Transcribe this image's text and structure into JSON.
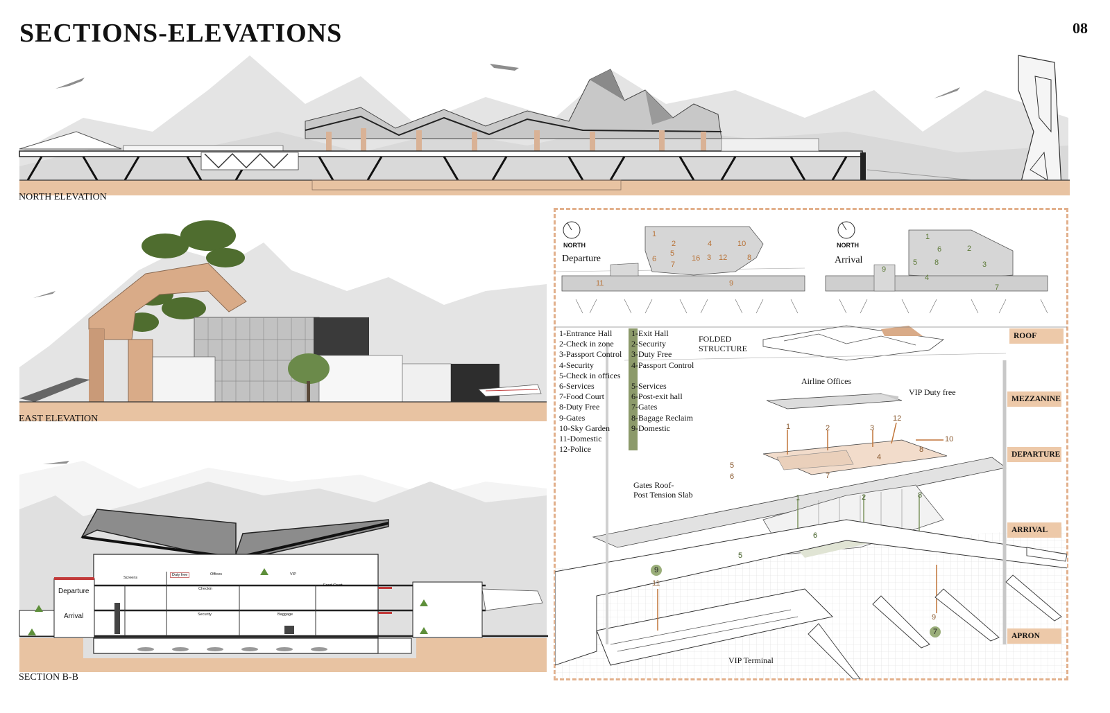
{
  "title": "SECTIONS-ELEVATIONS",
  "page_number": "08",
  "north_elevation": {
    "label": "NORTH ELEVATION"
  },
  "east_elevation": {
    "label": "EAST ELEVATION"
  },
  "section": {
    "label": "SECTION B-B",
    "rooms": [
      "Departure",
      "Arrival",
      "Screens",
      "Duty free",
      "Offices",
      "VIP",
      "Checkin",
      "Food Court",
      "Security",
      "Baggage"
    ]
  },
  "plans": {
    "north": "NORTH",
    "departure": "Departure",
    "arrival": "Arrival",
    "departure_numbers": [
      "1",
      "2",
      "3",
      "4",
      "5",
      "6",
      "7",
      "8",
      "9",
      "10",
      "11",
      "12",
      "16"
    ],
    "arrival_numbers": [
      "1",
      "2",
      "3",
      "4",
      "5",
      "6",
      "7",
      "8",
      "9"
    ]
  },
  "legend_departure": [
    "1-Entrance Hall",
    "2-Check in zone",
    "3-Passport Control",
    "4-Security",
    "5-Check in offices",
    "6-Services",
    "7-Food Court",
    "8-Duty Free",
    "9-Gates",
    "10-Sky Garden",
    "11-Domestic",
    "12-Police"
  ],
  "legend_arrival": [
    "1-Exit Hall",
    "2-Security",
    "3-Duty Free",
    "4-Passport Control",
    "5-Services",
    "6-Post-exit hall",
    "7-Gates",
    "8-Bagage Reclaim",
    "9-Domestic"
  ],
  "axo_labels": {
    "folded_structure": [
      "FOLDED",
      "STRUCTURE"
    ],
    "airline_offices": "Airline Offices",
    "vip_duty_free": "VIP Duty free",
    "gates_roof": [
      "Gates Roof-",
      "Post Tension Slab"
    ],
    "vip_terminal": "VIP Terminal"
  },
  "levels": [
    "ROOF",
    "MEZZANINE",
    "DEPARTURE",
    "ARRIVAL",
    "APRON"
  ],
  "axo_departure_numbers": [
    "1",
    "2",
    "3",
    "4",
    "5",
    "6",
    "7",
    "8",
    "10",
    "12"
  ],
  "axo_arrival_numbers": [
    "1",
    "2",
    "5",
    "6",
    "8"
  ],
  "axo_apron_numbers": [
    "9",
    "11",
    "9",
    "7"
  ],
  "colors": {
    "ground": "#e8c3a2",
    "level_tag": "#edc9a9",
    "arrival_legend_bar": "#8c9a6a",
    "green_marker": "#7e9460",
    "mountains": "#e2e2e2",
    "dash_frame": "#e2b08c"
  }
}
